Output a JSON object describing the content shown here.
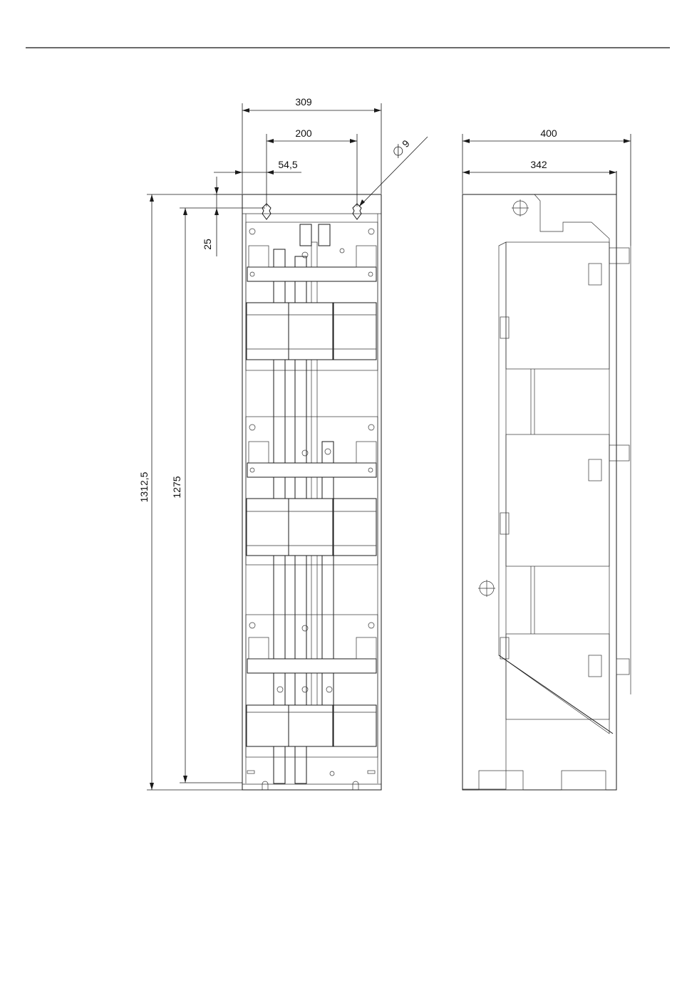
{
  "dimensions": {
    "overall_width": "309",
    "hole_spacing": "200",
    "hole_offset": "54,5",
    "hole_diameter": "9",
    "hole_top_offset": "25",
    "total_height": "1312,5",
    "hole_to_bottom": "1275",
    "depth_total": "400",
    "depth_body": "342"
  }
}
